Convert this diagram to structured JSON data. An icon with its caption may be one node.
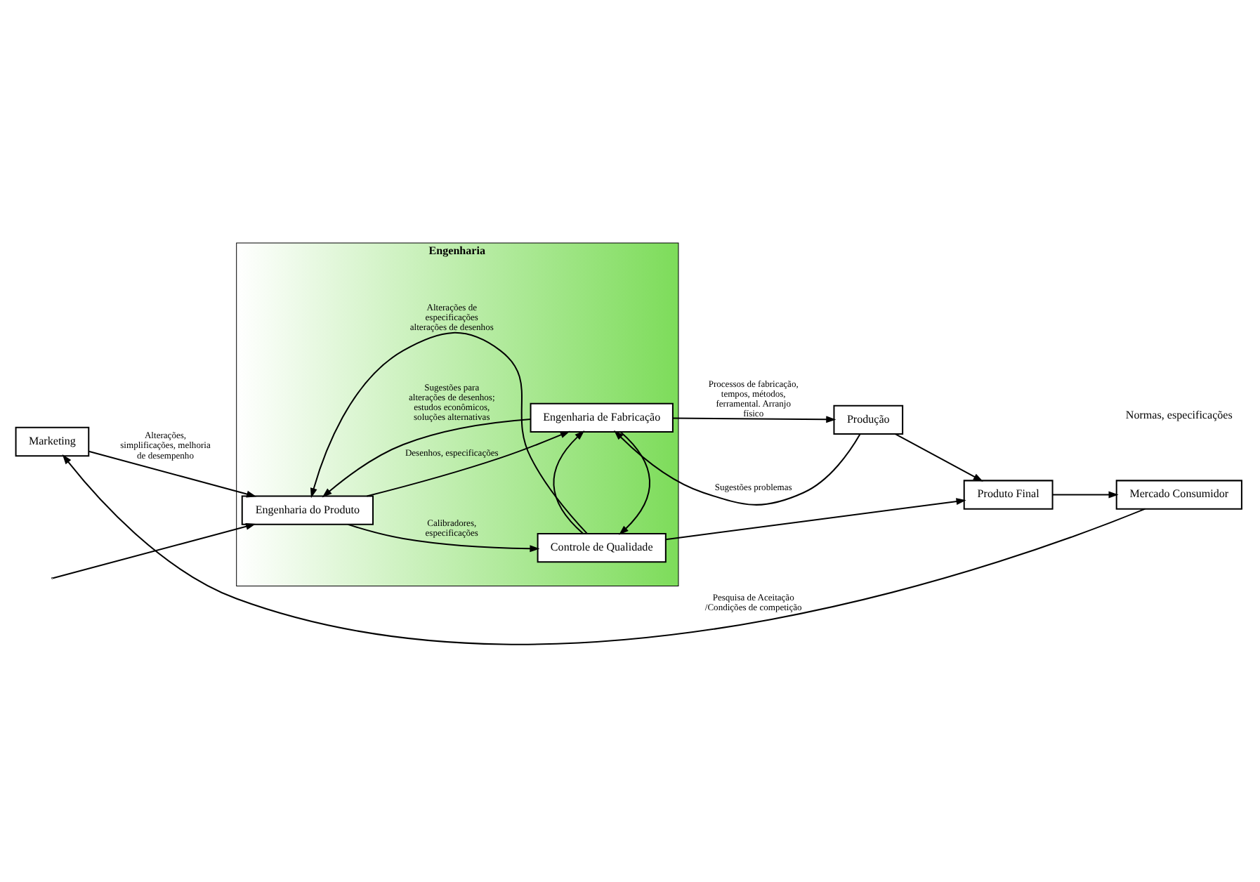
{
  "diagram": {
    "nodes": [
      {
        "text": [
          "Engenharia"
        ]
      },
      {
        "text": [
          "Marketing"
        ]
      },
      {
        "text": [
          "Engenharia do Produto"
        ],
        "in": 0
      },
      {
        "text": [
          "Engenharia de Fabricação"
        ],
        "in": 0
      },
      {
        "text": [
          "Controle de Qualidade"
        ],
        "in": 0
      },
      {
        "text": [
          "Produção"
        ]
      },
      {
        "text": [
          "Produto Final"
        ]
      },
      {
        "text": [
          "Mercado Consumidor"
        ]
      }
    ],
    "edges": [
      {
        "from": 1,
        "to": 2,
        "arrow": "to",
        "label": "Alterações, simplificações, melhoria de desempenho"
      },
      {
        "from": null,
        "to": 2,
        "arrow": "to"
      },
      {
        "from": 3,
        "to": 2,
        "arrow": "to",
        "label": "Sugestões para alterações de desenhos; estudos econômicos, soluções alternativas"
      },
      {
        "from": 5,
        "to": 3,
        "arrow": "to",
        "label": "Sugestões problemas"
      },
      {
        "from": 2,
        "to": 3,
        "arrow": "to",
        "label": "Desenhos, especificações"
      },
      {
        "from": 3,
        "to": 5,
        "arrow": "to",
        "label": "Processos de fabricação, tempos, métodos, ferramental. Arranjo físico"
      },
      {
        "from": 2,
        "to": 4,
        "arrow": "to",
        "label": "Calibradores, especificações"
      },
      {
        "from": 3,
        "to": 4,
        "arrow": "to"
      },
      {
        "from": 4,
        "to": 3,
        "arrow": "to"
      },
      {
        "from": 4,
        "to": 2,
        "arrow": "to",
        "label": "Alterações de especificações alterações de desenhos"
      },
      {
        "from": 4,
        "to": 6,
        "arrow": "to"
      },
      {
        "from": 5,
        "to": 6,
        "arrow": "to"
      },
      {
        "from": 6,
        "to": 7,
        "arrow": "to"
      },
      {
        "from": 7,
        "to": 1,
        "arrow": "to",
        "label": "Pesquisa de Aceitação /Condições de competição"
      }
    ],
    "labels": [
      "Normas, especificações"
    ]
  }
}
